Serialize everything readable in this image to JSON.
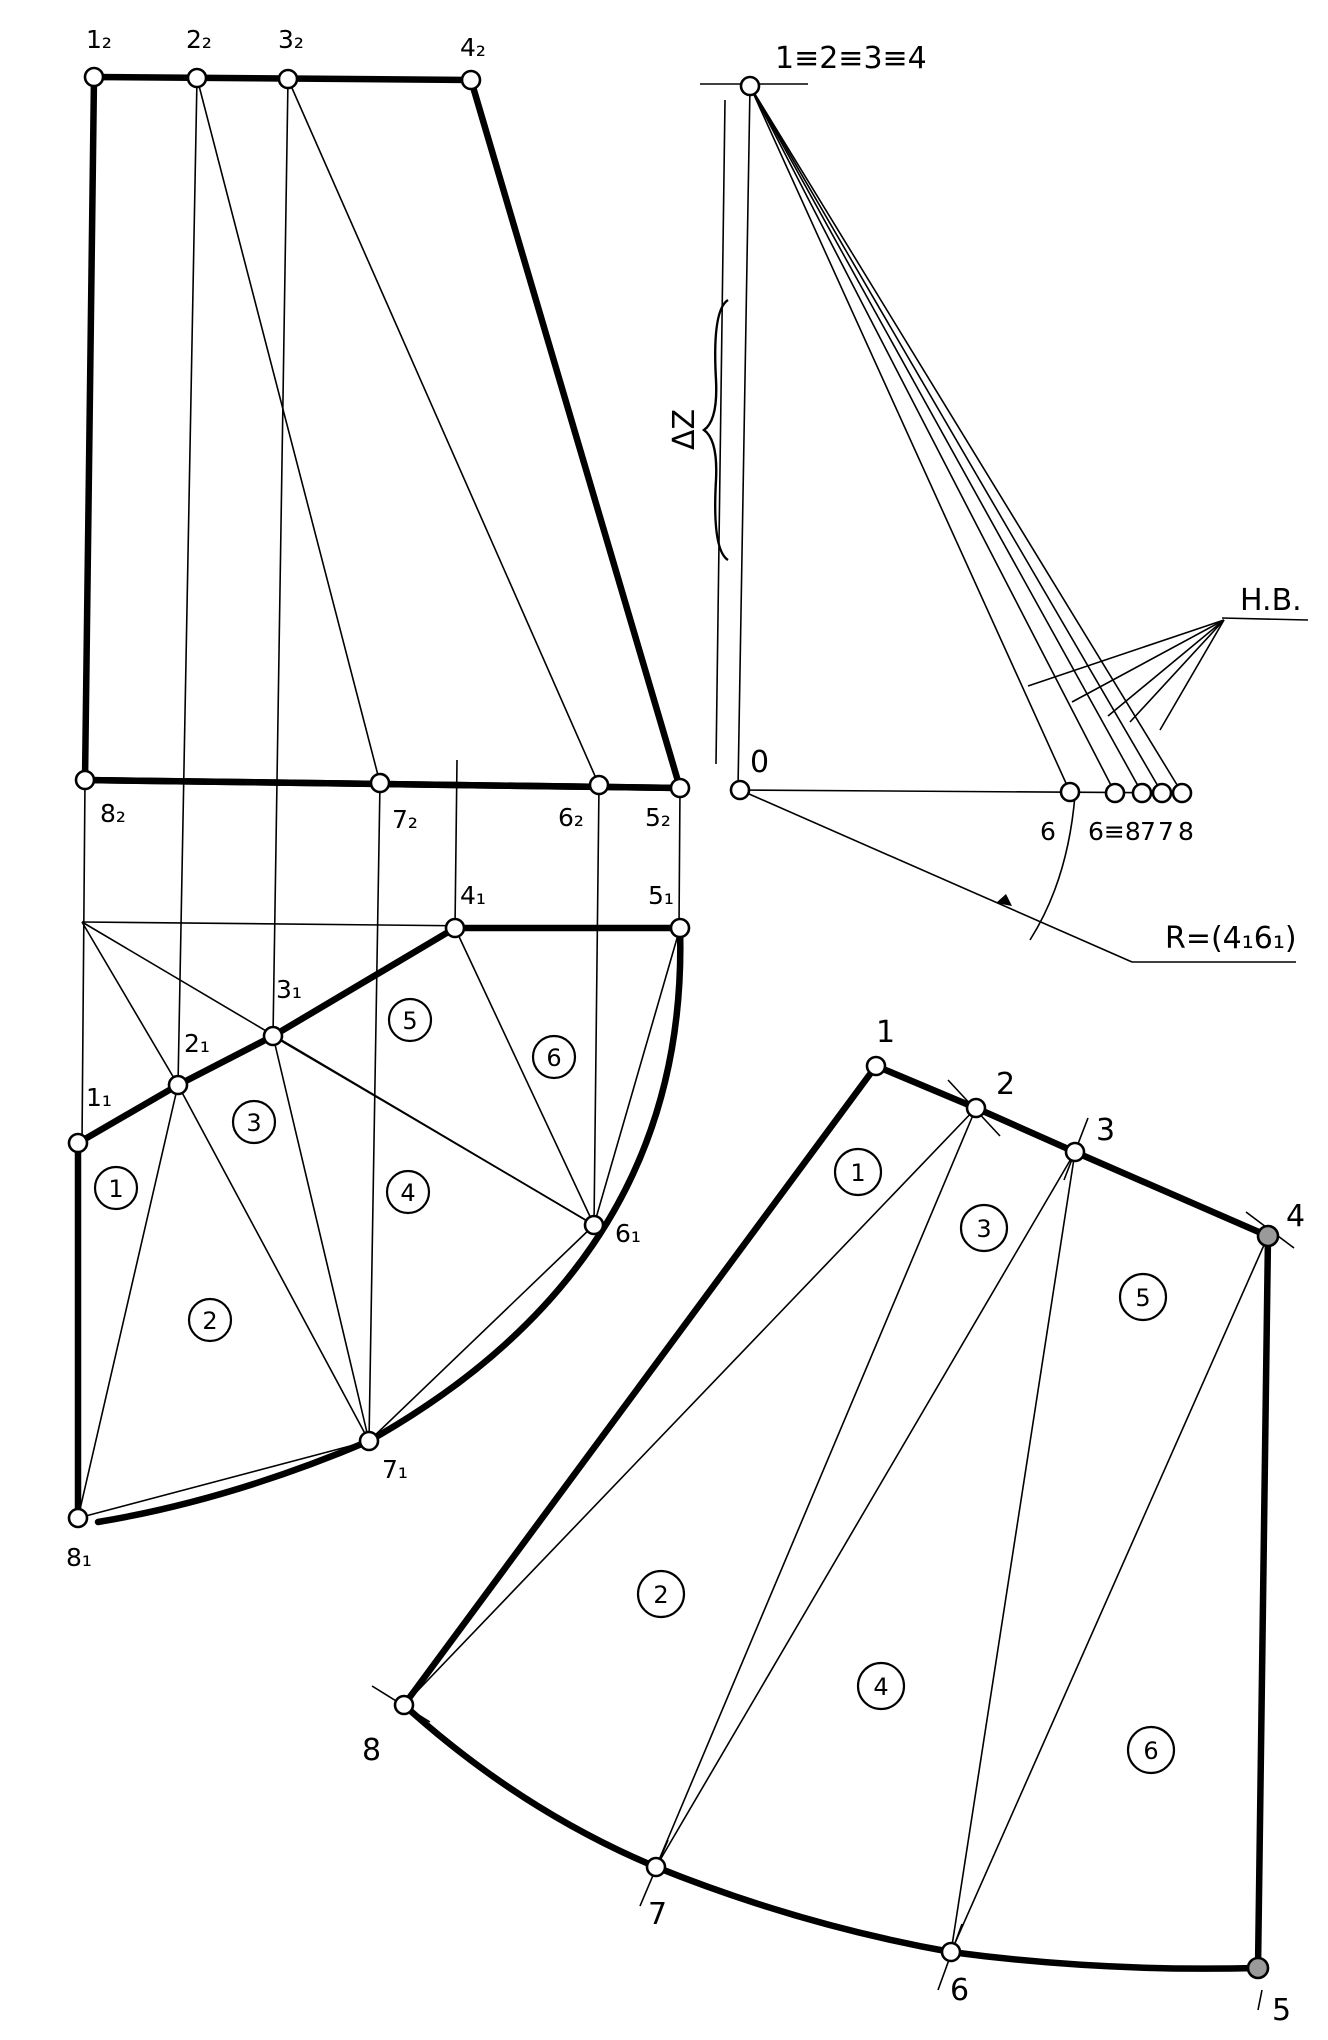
{
  "front_view_labels": {
    "p1": "1₂",
    "p2": "2₂",
    "p3": "3₂",
    "p4": "4₂",
    "p8": "8₂",
    "p7": "7₂",
    "p6": "6₂",
    "p5": "5₂"
  },
  "top_view_labels": {
    "p1": "1₁",
    "p2": "2₁",
    "p3": "3₁",
    "p4": "4₁",
    "p5": "5₁",
    "p6": "6₁",
    "p7": "7₁",
    "p8": "8₁"
  },
  "top_view_regions": [
    "1",
    "2",
    "3",
    "4",
    "5",
    "6"
  ],
  "true_length_diagram": {
    "apex_label": "1≡2≡3≡4",
    "delta_label": "ΔZ",
    "origin_label": "0",
    "hv_label": "H.B.",
    "base_labels": [
      "6",
      "6≡8",
      "7",
      "7",
      "8"
    ],
    "radius_label": "R=(4₁6₁)"
  },
  "development_labels": {
    "p1": "1",
    "p2": "2",
    "p3": "3",
    "p4": "4",
    "p5": "5",
    "p6": "6",
    "p7": "7",
    "p8": "8"
  },
  "development_regions": [
    "1",
    "2",
    "3",
    "4",
    "5",
    "6"
  ]
}
